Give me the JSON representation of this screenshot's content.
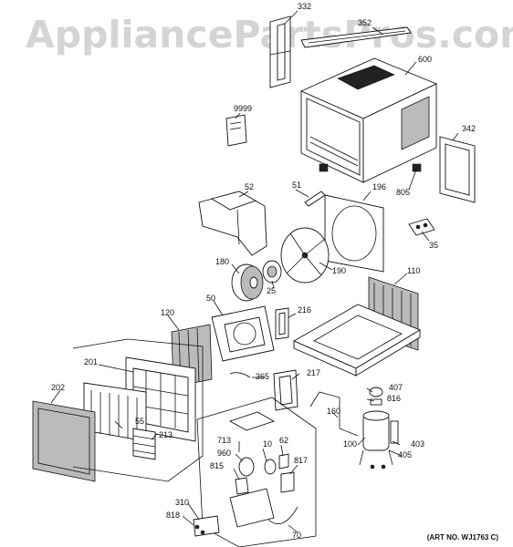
{
  "watermark": "AppliancePartsPros.com",
  "art_number": "(ART NO. WJ1763 C)",
  "callouts": [
    "332",
    "352",
    "600",
    "9999",
    "342",
    "51",
    "196",
    "805",
    "52",
    "35",
    "180",
    "190",
    "25",
    "110",
    "50",
    "216",
    "120",
    "365",
    "217",
    "201",
    "202",
    "407",
    "816",
    "160",
    "55",
    "213",
    "100",
    "403",
    "405",
    "713",
    "10",
    "62",
    "960",
    "815",
    "817",
    "310",
    "818",
    "70"
  ]
}
